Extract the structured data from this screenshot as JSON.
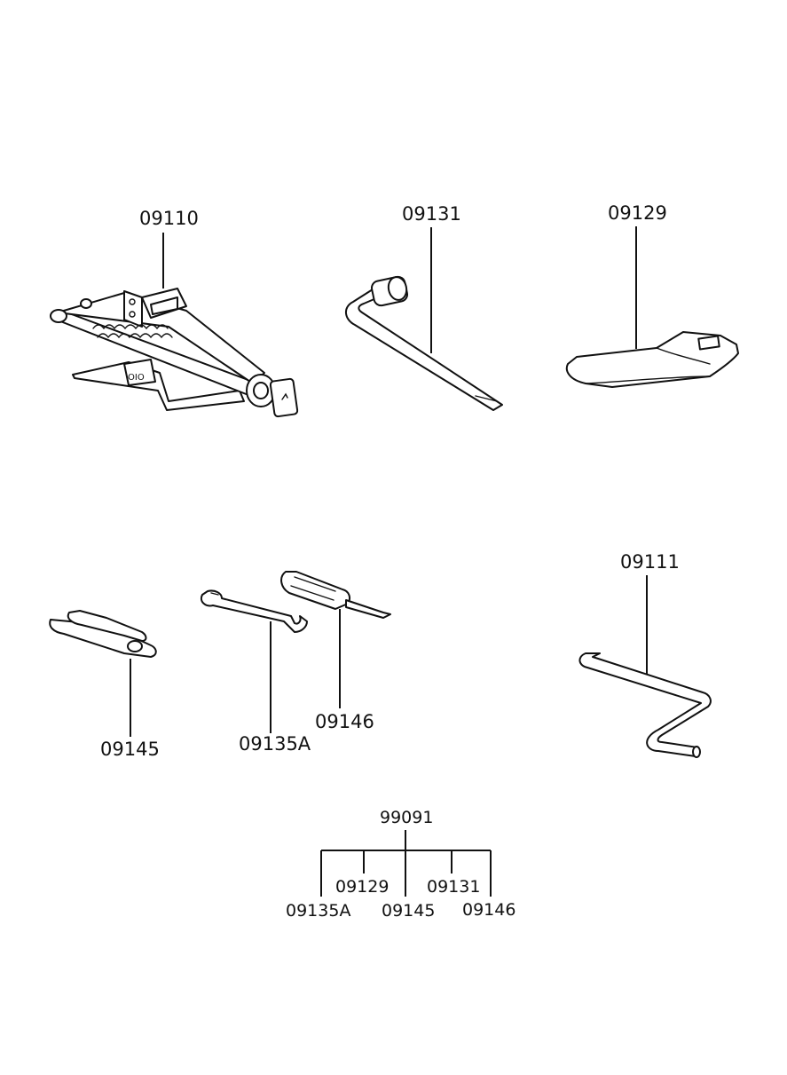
{
  "parts": {
    "jack": "09110",
    "wheel_wrench": "09131",
    "jack_handle_plate": "09129",
    "jack_crank": "09111",
    "pliers": "09145",
    "spanner": "09135A",
    "screwdriver": "09146"
  },
  "kit": {
    "code": "99091",
    "members": [
      "09135A",
      "09129",
      "09145",
      "09131",
      "09146"
    ]
  }
}
